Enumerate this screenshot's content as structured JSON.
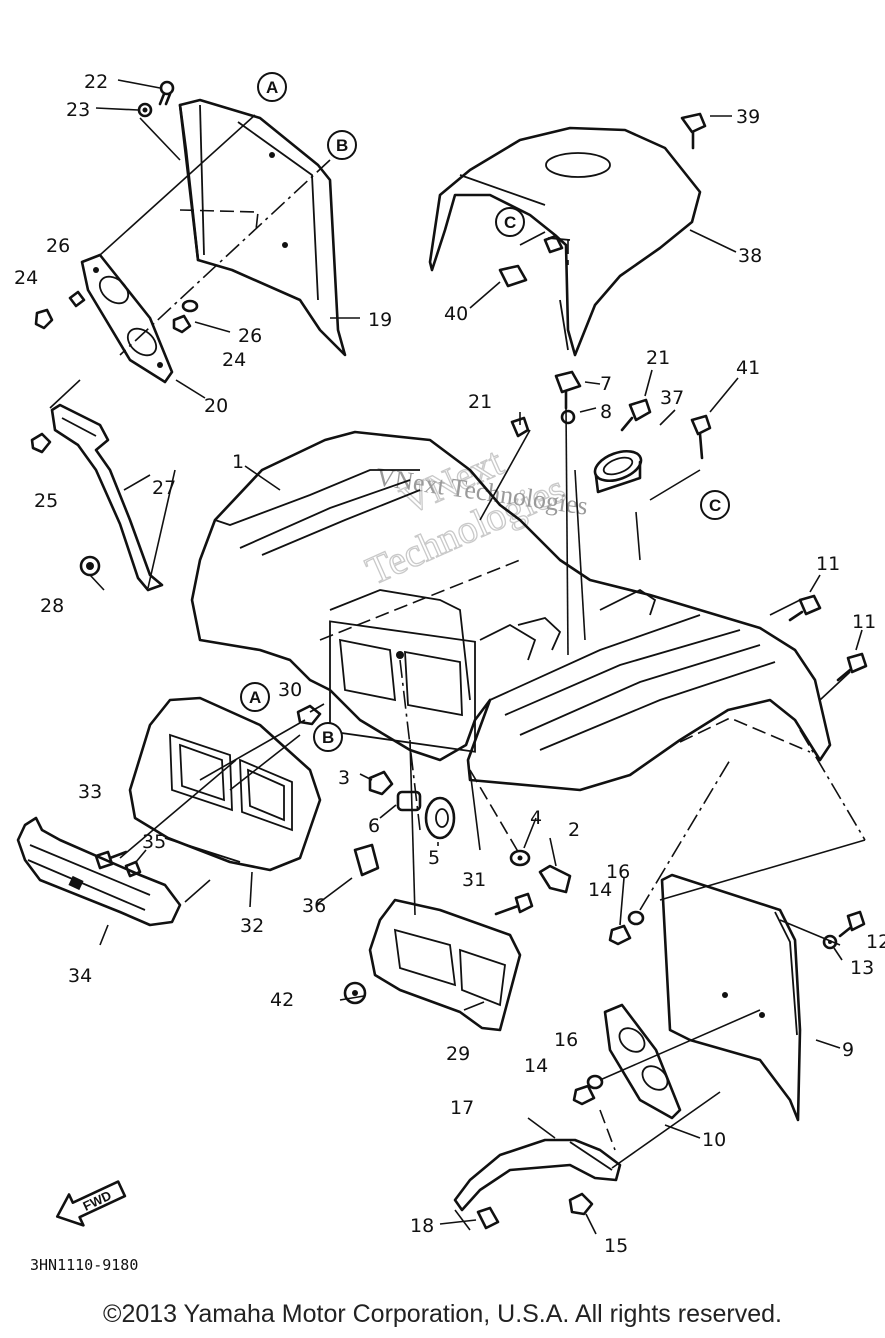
{
  "diagram": {
    "diagram_code": "3HN1110-9180",
    "fwd_label": "FWD",
    "watermark": [
      "VNext",
      "Technologies"
    ],
    "watermark_inline": "VNext Technologies",
    "reference_markers": [
      "A",
      "B",
      "C"
    ],
    "callouts": [
      "1",
      "2",
      "3",
      "4",
      "5",
      "6",
      "7",
      "8",
      "9",
      "10",
      "11",
      "12",
      "13",
      "14",
      "15",
      "16",
      "17",
      "18",
      "19",
      "20",
      "21",
      "22",
      "23",
      "24",
      "25",
      "26",
      "27",
      "28",
      "29",
      "30",
      "31",
      "32",
      "33",
      "34",
      "35",
      "36",
      "37",
      "38",
      "39",
      "40",
      "41",
      "42"
    ]
  },
  "footer": {
    "copyright": "©2013 Yamaha Motor Corporation, U.S.A. All rights reserved."
  }
}
